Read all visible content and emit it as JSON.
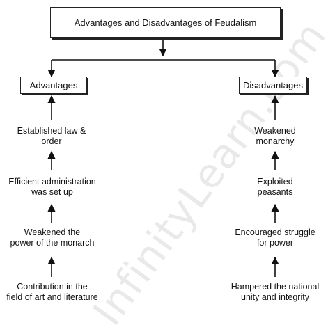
{
  "title": "Advantages and Disadvantages of Feudalism",
  "watermark": "InfinityLearn.com",
  "advantages": {
    "label": "Advantages",
    "items": [
      [
        "Established law &",
        "order"
      ],
      [
        "Efficient administration",
        "was set up"
      ],
      [
        "Weakened the",
        "power of the monarch"
      ],
      [
        "Contribution in the",
        "field of art and literature"
      ]
    ]
  },
  "disadvantages": {
    "label": "Disadvantages",
    "items": [
      [
        "Weakened",
        "monarchy"
      ],
      [
        "Exploited",
        "peasants"
      ],
      [
        "Encouraged struggle",
        "for power"
      ],
      [
        "Hampered the national",
        "unity and integrity"
      ]
    ]
  }
}
